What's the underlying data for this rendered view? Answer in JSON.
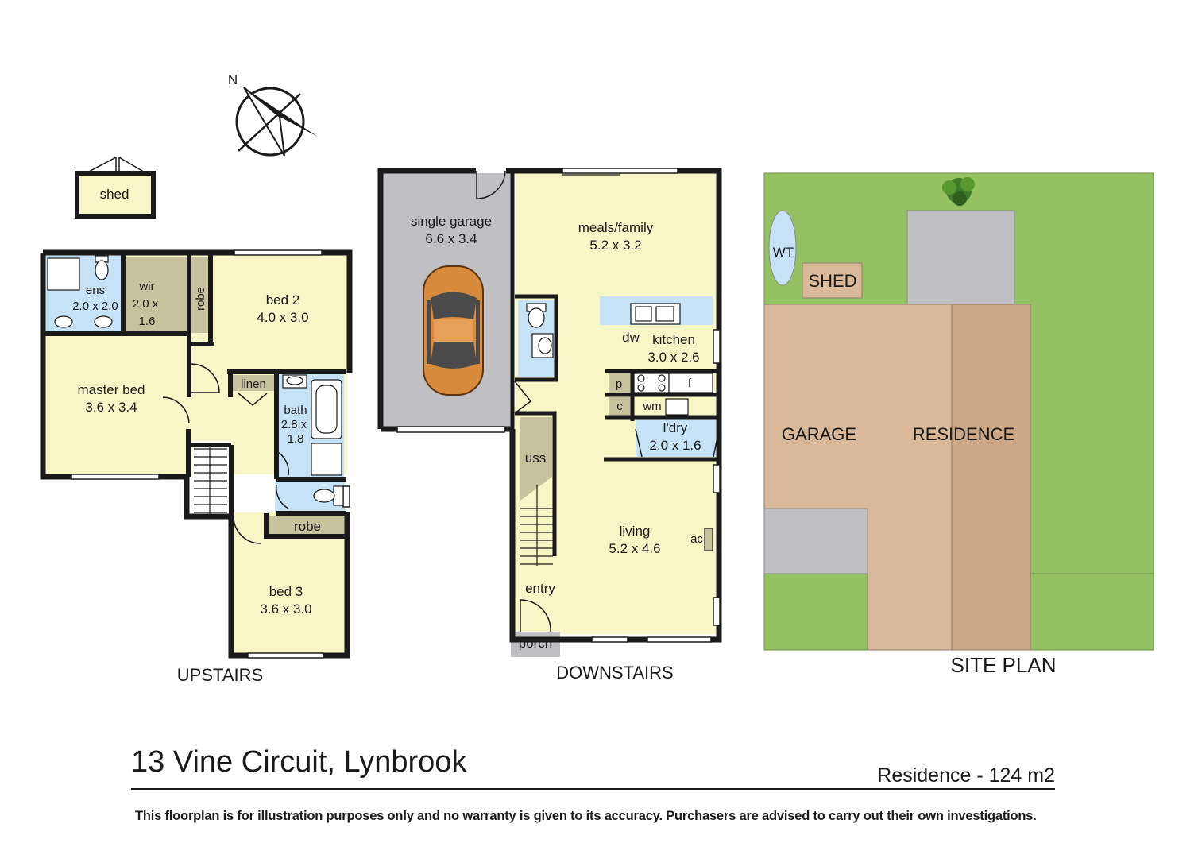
{
  "address": "13 Vine Circuit, Lynbrook",
  "area_note": "Residence - 124 m2",
  "disclaimer": "This floorplan is for illustration purposes only and no warranty is given to its accuracy. Purchasers are advised to carry out their own investigations.",
  "compass": {
    "north": "N"
  },
  "colors": {
    "room": "#f7f6c6",
    "wet": "#c6e2f7",
    "garage": "#c0bfc3",
    "robe": "#c6c29d",
    "lawn": "#94c162",
    "garage_roof": "#d9b999",
    "residence_roof": "#cda888",
    "paving": "#c0bfc3",
    "car": "#d88b3d",
    "wall": "#1a1a1a"
  },
  "upstairs": {
    "caption": "UPSTAIRS",
    "shed": {
      "name": "shed"
    },
    "ensuite": {
      "name": "ens",
      "dim": "2.0 x 2.0"
    },
    "wir": {
      "name": "wir",
      "dim1": "2.0 x",
      "dim2": "1.6"
    },
    "robe_vertical": "robe",
    "bed2": {
      "name": "bed 2",
      "dim": "4.0 x 3.0"
    },
    "master": {
      "name": "master bed",
      "dim": "3.6 x 3.4"
    },
    "linen": "linen",
    "bath": {
      "name": "bath",
      "dim1": "2.8 x",
      "dim2": "1.8"
    },
    "robe_bed3": "robe",
    "bed3": {
      "name": "bed 3",
      "dim": "3.6 x 3.0"
    }
  },
  "downstairs": {
    "caption": "DOWNSTAIRS",
    "garage": {
      "name": "single garage",
      "dim": "6.6 x 3.4"
    },
    "meals": {
      "name": "meals/family",
      "dim": "5.2 x 3.2"
    },
    "dw": "dw",
    "kitchen": {
      "name": "kitchen",
      "dim": "3.0 x 2.6"
    },
    "pantry": "p",
    "fridge": "f",
    "cupboard": "c",
    "wm": "wm",
    "laundry": {
      "name": "l'dry",
      "dim": "2.0 x 1.6"
    },
    "uss": "uss",
    "living": {
      "name": "living",
      "dim": "5.2 x 4.6"
    },
    "ac": "ac",
    "entry": "entry",
    "porch": "porch"
  },
  "site": {
    "caption": "SITE PLAN",
    "wt": "WT",
    "shed": "SHED",
    "garage": "GARAGE",
    "residence": "RESIDENCE"
  }
}
